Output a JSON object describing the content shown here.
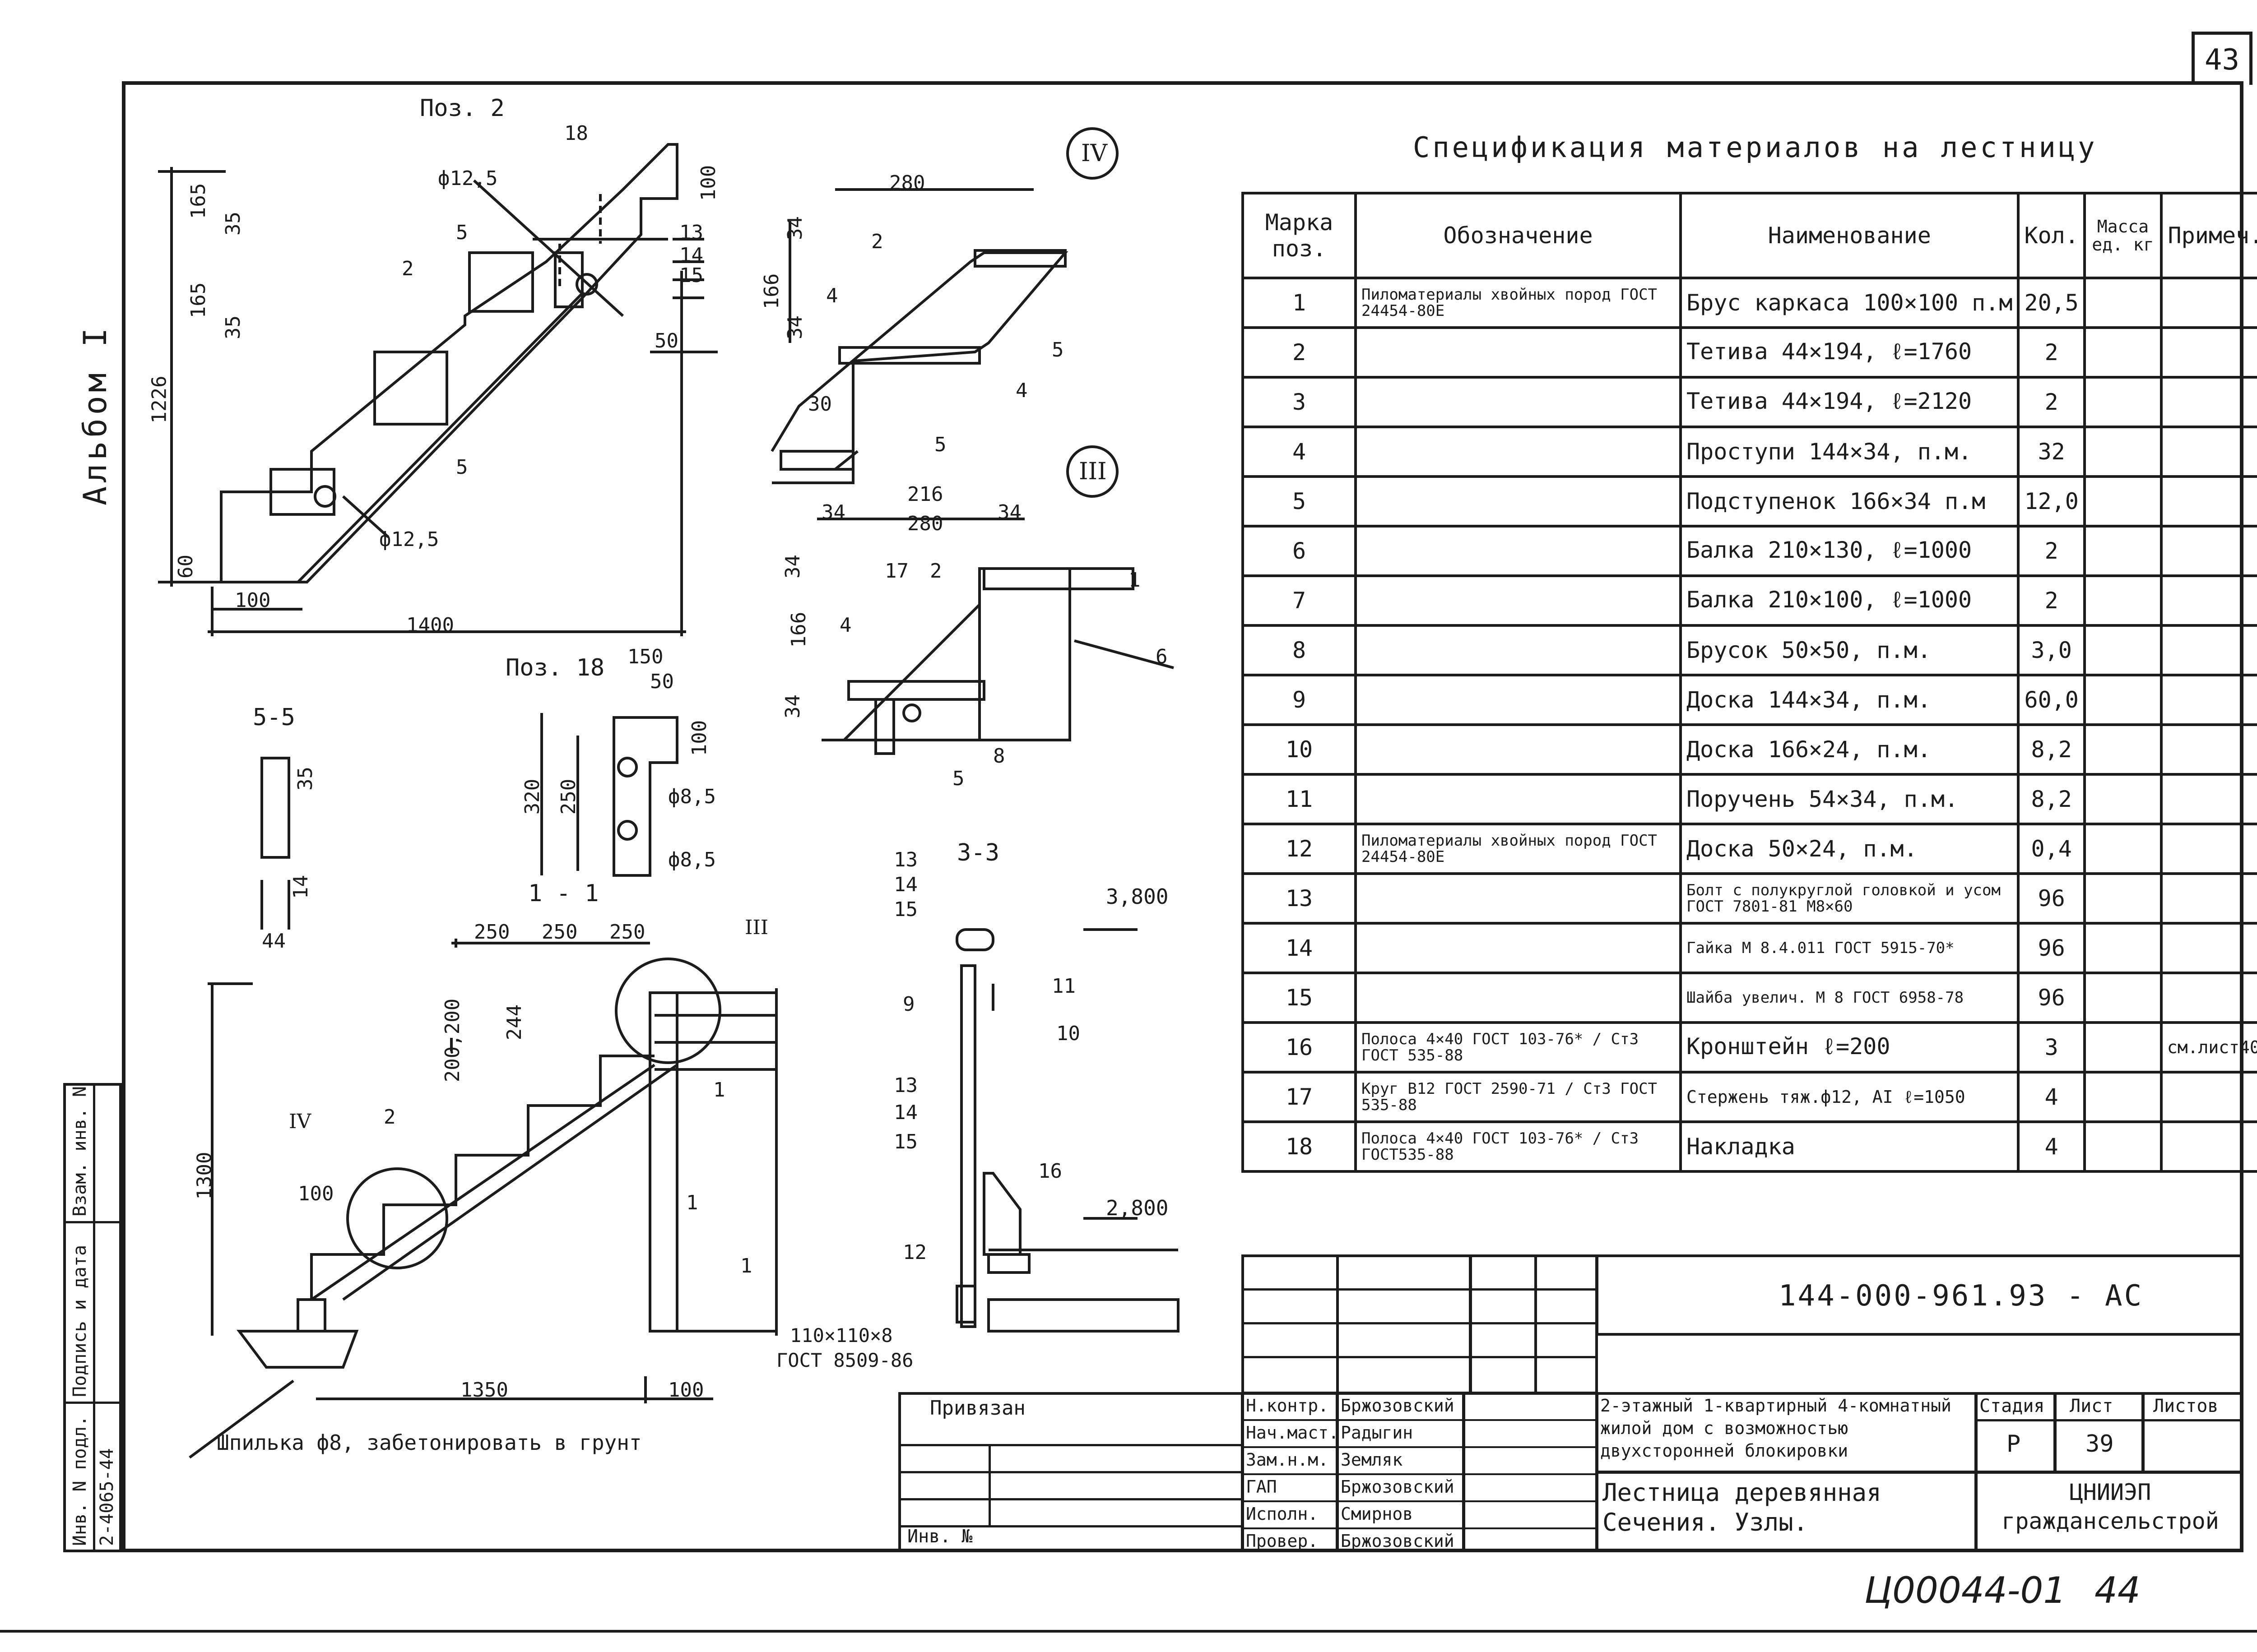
{
  "page_number": "43",
  "album_label": "Альбом I",
  "spec_title": "Спецификация материалов на лестницу",
  "spec_headers": {
    "mark": "Марка поз.",
    "designation": "Обозначение",
    "name": "Наименование",
    "qty": "Кол.",
    "mass": "Масса ед. кг",
    "note": "Примеч."
  },
  "spec_rows": [
    {
      "mark": "1",
      "designation": "Пиломатериалы хвойных пород ГОСТ 24454-80Е",
      "name": "Брус каркаса 100×100 п.м",
      "qty": "20,5",
      "mass": "",
      "note": ""
    },
    {
      "mark": "2",
      "designation": "",
      "name": "Тетива 44×194, ℓ=1760",
      "qty": "2",
      "mass": "",
      "note": ""
    },
    {
      "mark": "3",
      "designation": "",
      "name": "Тетива 44×194, ℓ=2120",
      "qty": "2",
      "mass": "",
      "note": ""
    },
    {
      "mark": "4",
      "designation": "",
      "name": "Проступи 144×34, п.м.",
      "qty": "32",
      "mass": "",
      "note": ""
    },
    {
      "mark": "5",
      "designation": "",
      "name": "Подступенок 166×34 п.м",
      "qty": "12,0",
      "mass": "",
      "note": ""
    },
    {
      "mark": "6",
      "designation": "",
      "name": "Балка 210×130, ℓ=1000",
      "qty": "2",
      "mass": "",
      "note": ""
    },
    {
      "mark": "7",
      "designation": "",
      "name": "Балка 210×100, ℓ=1000",
      "qty": "2",
      "mass": "",
      "note": ""
    },
    {
      "mark": "8",
      "designation": "",
      "name": "Брусок 50×50, п.м.",
      "qty": "3,0",
      "mass": "",
      "note": ""
    },
    {
      "mark": "9",
      "designation": "",
      "name": "Доска 144×34, п.м.",
      "qty": "60,0",
      "mass": "",
      "note": ""
    },
    {
      "mark": "10",
      "designation": "",
      "name": "Доска 166×24, п.м.",
      "qty": "8,2",
      "mass": "",
      "note": ""
    },
    {
      "mark": "11",
      "designation": "",
      "name": "Поручень 54×34, п.м.",
      "qty": "8,2",
      "mass": "",
      "note": ""
    },
    {
      "mark": "12",
      "designation": "Пиломатериалы хвойных пород ГОСТ 24454-80Е",
      "name": "Доска 50×24, п.м.",
      "qty": "0,4",
      "mass": "",
      "note": ""
    },
    {
      "mark": "13",
      "designation": "",
      "name": "Болт с полукруглой головкой и усом ГОСТ 7801-81 М8×60",
      "qty": "96",
      "mass": "",
      "note": ""
    },
    {
      "mark": "14",
      "designation": "",
      "name": "Гайка М 8.4.011 ГОСТ 5915-70*",
      "qty": "96",
      "mass": "",
      "note": ""
    },
    {
      "mark": "15",
      "designation": "",
      "name": "Шайба увелич. М 8 ГОСТ 6958-78",
      "qty": "96",
      "mass": "",
      "note": ""
    },
    {
      "mark": "16",
      "designation": "Полоса 4×40 ГОСТ 103-76* / Ст3 ГОСТ 535-88",
      "name": "Кронштейн ℓ=200",
      "qty": "3",
      "mass": "",
      "note": "см.лист40"
    },
    {
      "mark": "17",
      "designation": "Круг В12 ГОСТ 2590-71 / Ст3 ГОСТ 535-88",
      "name": "Стержень тяж.ф12, AI ℓ=1050",
      "qty": "4",
      "mass": "",
      "note": ""
    },
    {
      "mark": "18",
      "designation": "Полоса 4×40 ГОСТ 103-76* / Ст3 ГОСТ535-88",
      "name": "Накладка",
      "qty": "4",
      "mass": "",
      "note": ""
    }
  ],
  "title_block": {
    "doc_code": "144-000-961.93 - АС",
    "project": "2-этажный 1-квартирный 4-комнатный жилой дом с возможностью двухсторонней блокировки",
    "sheet_title": "Лестница деревянная Сечения. Узлы.",
    "stage_h": "Стадия",
    "sheet_h": "Лист",
    "sheets_h": "Листов",
    "stage": "Р",
    "sheet": "39",
    "sheets": "",
    "org": "ЦНИИЭП гражданcельстрой",
    "roles": [
      {
        "role": "Н.контр.",
        "name": "Бржозовский"
      },
      {
        "role": "Нач.маст.",
        "name": "Радыгин"
      },
      {
        "role": "Зам.н.м.",
        "name": "Земляк"
      },
      {
        "role": "ГАП",
        "name": "Бржозовский"
      },
      {
        "role": "Исполн.",
        "name": "Смирнов"
      },
      {
        "role": "Провер.",
        "name": "Бржозовский"
      }
    ],
    "privyazan": "Привязан",
    "inv_no": "Инв. №"
  },
  "side_stamp": {
    "inv_podl": "Инв. N подл.",
    "inv_value": "2-4065-44",
    "sign_date": "Подпись и дата",
    "vzam": "Взам. инв. N"
  },
  "footer_code": "Ц00044-01",
  "footer_num": "44",
  "drawing_labels": {
    "poz2": "Поз. 2",
    "poz18": "Поз. 18",
    "sec55": "5-5",
    "sec11": "1 - 1",
    "sec33": "3-3",
    "node4": "IV",
    "node3": "III",
    "elev1": "3,800",
    "elev2": "2,800",
    "profile": "110×110×8",
    "profile_gost": "ГОСТ 8509-86",
    "pin_note": "Шпилька ф8, забетонировать в грунт"
  },
  "dims": {
    "d1226": "1226",
    "d165a": "165",
    "d35a": "35",
    "d165b": "165",
    "d35b": "35",
    "d100a": "100",
    "d50a": "50",
    "d60": "60",
    "d100b": "100",
    "d1400": "1400",
    "d125a": "ф12,5",
    "d125b": "ф12,5",
    "m18": "18",
    "m13": "13",
    "m14": "14",
    "m15": "15",
    "m2": "2",
    "s5a": "5",
    "s5b": "5",
    "d150": "150",
    "d50b": "50",
    "d100c": "100",
    "d320": "320",
    "d250": "250",
    "d85a": "ф8,5",
    "d85b": "ф8,5",
    "d35c": "35",
    "d14": "14",
    "d44": "44",
    "d280a": "280",
    "d34a": "34",
    "d166a": "166",
    "d34b": "34",
    "d30": "30",
    "n2a": "2",
    "n4a": "4",
    "n5a": "5",
    "n4b": "4",
    "n5b": "5",
    "d216": "216",
    "d34c": "34",
    "d280b": "280",
    "d34d": "34",
    "d34e": "34",
    "d166b": "166",
    "d34f": "34",
    "n17": "17",
    "n2b": "2",
    "n1": "1",
    "n4c": "4",
    "n6": "6",
    "n8": "8",
    "n5c": "5",
    "d250a": "250",
    "d250b": "250",
    "d250c": "250",
    "d200": "200,200",
    "d244": "244",
    "d1300": "1300",
    "d100d": "100",
    "n2c": "2",
    "d1350": "1350",
    "d100e": "100",
    "s1a": "1",
    "s1b": "1",
    "s1c": "1",
    "n13": "13",
    "n14": "14",
    "n15": "15",
    "n11": "11",
    "n10": "10",
    "n9": "9",
    "n13b": "13",
    "n14b": "14",
    "n15b": "15",
    "n16": "16",
    "n12": "12"
  }
}
